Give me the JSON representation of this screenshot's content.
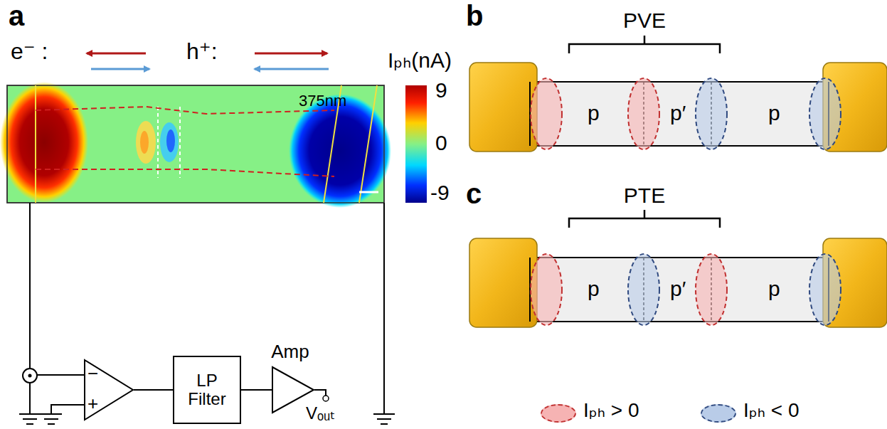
{
  "diagram": {
    "nodes": [
      {
        "text": [
          "−",
          "+"
        ]
      },
      {
        "text": [
          "LP Filter"
        ]
      },
      {
        "text": [
          "Amp"
        ]
      }
    ],
    "edges": [
      {
        "from": 0,
        "to": 1,
        "arrow": "none"
      },
      {
        "from": 1,
        "to": 2,
        "arrow": "none"
      }
    ],
    "labels": [
      "a",
      "e⁻ :",
      "h⁺:",
      "Iₚₕ(nA)",
      "9",
      "0",
      "-9",
      "375nm",
      "Vₒᵤₜ",
      "b",
      "PVE",
      "p",
      "p′",
      "p",
      "c",
      "PTE",
      "p",
      "p′",
      "p"
    ],
    "legend": [
      {
        "text": "Iₚₕ > 0",
        "color": "#f6b3b3"
      },
      {
        "text": "Iₚₕ < 0",
        "color": "#b9cce8"
      }
    ]
  }
}
